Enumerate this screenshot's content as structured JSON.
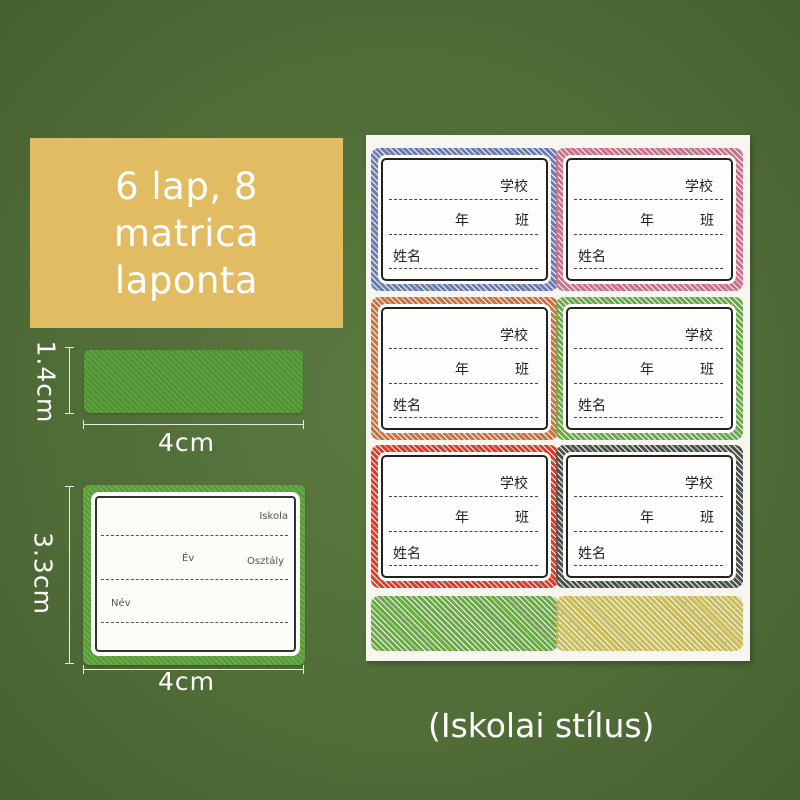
{
  "banner": {
    "text": "6 lap, 8 matrica laponta"
  },
  "dimensions": {
    "small_height": "1.4cm",
    "small_width": "4cm",
    "big_height": "3.3cm",
    "big_width": "4cm"
  },
  "big_label": {
    "school": "Iskola",
    "year": "Év",
    "class": "Osztály",
    "name": "Név"
  },
  "sticker_fields": {
    "school": "学校",
    "year": "年",
    "class": "班",
    "name": "姓名"
  },
  "stickers": [
    {
      "color": "#6c7bb5"
    },
    {
      "color": "#cf6f88"
    },
    {
      "color": "#d0703e"
    },
    {
      "color": "#6aa94b"
    },
    {
      "color": "#e23a2a"
    },
    {
      "color": "#4a5448"
    }
  ],
  "strips": [
    {
      "color": "#6aaa46"
    },
    {
      "color": "#c9bc59"
    }
  ],
  "caption": "(Iskolai stílus)"
}
